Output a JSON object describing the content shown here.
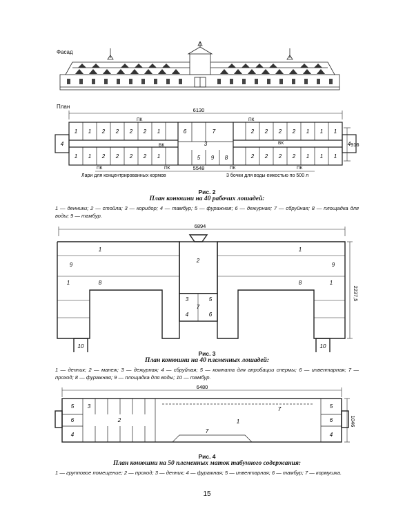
{
  "labels": {
    "facade": "Фасад",
    "plan": "План"
  },
  "fig2": {
    "dims": {
      "width": "6130",
      "bottom": "5548",
      "side": "916"
    },
    "rooms": [
      "1",
      "2",
      "3",
      "4",
      "5",
      "6",
      "7",
      "8",
      "9"
    ],
    "marks": {
      "pk": "ПК",
      "vk": "ВК"
    },
    "notes": {
      "left": "Лари для концентрированных кормов",
      "right": "3 бочки для воды емкостью по 500 л"
    },
    "caption_num": "Рис. 2",
    "caption_title": "План конюшни на 40 рабочих лошадей:",
    "legend": "1 — денники; 2 — стойла; 3 — коридор; 4 — тамбур; 5 — фуражная; 6 — дежурная; 7 — сбруйная; 8 — площадка для воды; 9 — тамбур."
  },
  "fig3": {
    "dims": {
      "width": "6894",
      "side": "2237,5"
    },
    "rooms": [
      "1",
      "2",
      "3",
      "4",
      "5",
      "6",
      "7",
      "8",
      "9",
      "10"
    ],
    "caption_num": "Рис. 3",
    "caption_title": "План конюшни на 40 племенных лошадей:",
    "legend": "1 — денник; 2 — манеж; 3 — дежурная; 4 — сбруйная; 5 — комната для апробации спермы; 6 — инвентарная; 7 — проход; 8 — фуражная; 9 — площадка для воды; 10 — тамбур."
  },
  "fig4": {
    "dims": {
      "width": "6480",
      "side": "1046"
    },
    "rooms": [
      "1",
      "2",
      "3",
      "4",
      "5",
      "6",
      "7"
    ],
    "caption_num": "Рис. 4",
    "caption_title": "План конюшни на 50 племенных маток табунного содержания:",
    "legend": "1 — групповое помещение; 2 — проход; 3 — денник; 4 — фуражная; 5 — инвентарная; 6 — тамбур; 7 — кормушка."
  },
  "page_number": "15"
}
